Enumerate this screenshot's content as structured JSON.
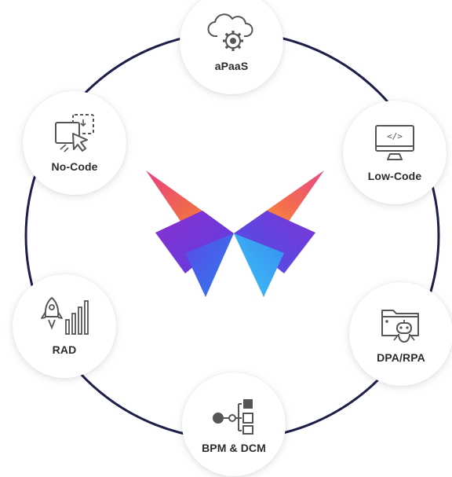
{
  "diagram": {
    "ring_color": "#1c1f4a",
    "center_logo": "butterfly-logo",
    "nodes": [
      {
        "label": "aPaaS",
        "icon": "cloud-gear-icon"
      },
      {
        "label": "Low-Code",
        "icon": "monitor-code-icon"
      },
      {
        "label": "No-Code",
        "icon": "cursor-click-icon"
      },
      {
        "label": "RAD",
        "icon": "rocket-chart-icon"
      },
      {
        "label": "DPA/RPA",
        "icon": "robot-folder-icon"
      },
      {
        "label": "BPM & DCM",
        "icon": "process-flow-icon"
      }
    ]
  }
}
